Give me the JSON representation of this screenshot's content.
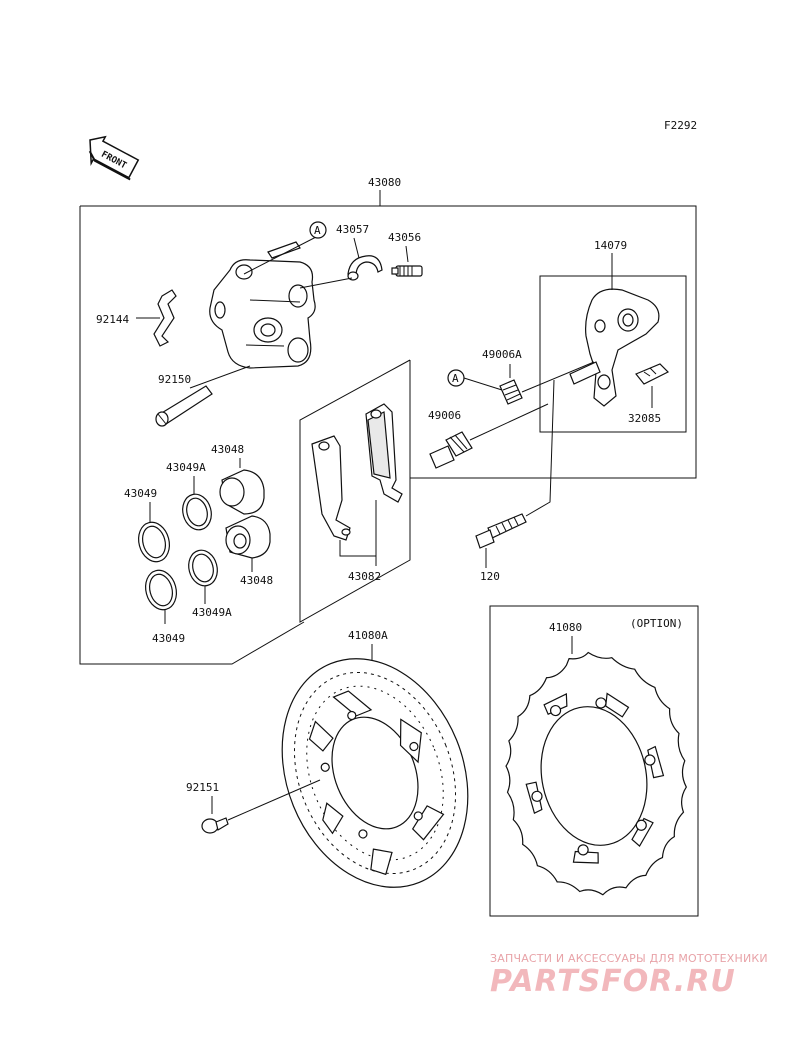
{
  "figure_code": "F2292",
  "front_marker": "FRONT",
  "callout_letter": "A",
  "labels": {
    "caliper_assembly": "43080",
    "bleeder_cap": "43057",
    "bleeder_valve": "43056",
    "pad_spring": "92144",
    "pin": "92150",
    "piston_large": "43048",
    "piston_small": "43048",
    "seal_a_upper": "43049A",
    "seal_a_lower": "43049A",
    "seal_upper": "43049",
    "seal_lower": "43049",
    "pad_set": "43082",
    "holder": "14079",
    "boot_a": "49006A",
    "boot": "49006",
    "shim": "32085",
    "bolt": "120",
    "disc_std": "41080A",
    "disc_option": "41080",
    "option_text": "(OPTION)",
    "disc_bolt": "92151"
  },
  "watermark": {
    "tagline": "ЗАПЧАСТИ И АКСЕССУАРЫ ДЛЯ МОТОТЕХНИКИ",
    "logo": "PARTSFOR.RU"
  }
}
